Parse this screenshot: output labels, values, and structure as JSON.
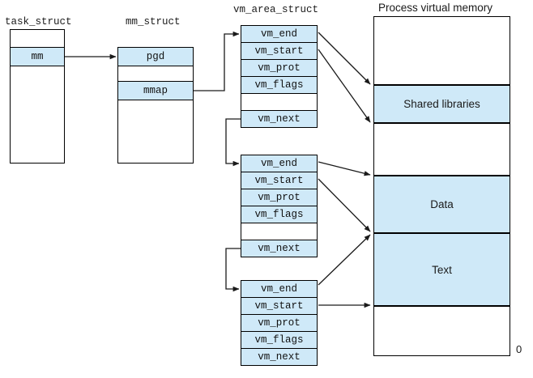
{
  "diagram": {
    "title_task_struct": "task_struct",
    "title_mm_struct": "mm_struct",
    "title_vm_area_struct": "vm_area_struct",
    "title_process_memory": "Process virtual memory",
    "zero_marker": "0",
    "colors": {
      "shaded_fill": "#cfe9f8",
      "stroke": "#000000",
      "text": "#1a1a1a"
    }
  },
  "task_struct": {
    "label": "task_struct",
    "fields": [
      {
        "name": "mm",
        "shaded": true
      }
    ]
  },
  "mm_struct": {
    "label": "mm_struct",
    "fields": [
      {
        "name": "pgd",
        "shaded": true
      },
      {
        "name": "",
        "shaded": false
      },
      {
        "name": "mmap",
        "shaded": true
      }
    ]
  },
  "vm_area_structs": [
    {
      "id": "vma-1",
      "rows": [
        {
          "name": "vm_end",
          "shaded": true
        },
        {
          "name": "vm_start",
          "shaded": true
        },
        {
          "name": "vm_prot",
          "shaded": true
        },
        {
          "name": "vm_flags",
          "shaded": true
        },
        {
          "name": "",
          "shaded": false
        },
        {
          "name": "vm_next",
          "shaded": true
        }
      ]
    },
    {
      "id": "vma-2",
      "rows": [
        {
          "name": "vm_end",
          "shaded": true
        },
        {
          "name": "vm_start",
          "shaded": true
        },
        {
          "name": "vm_prot",
          "shaded": true
        },
        {
          "name": "vm_flags",
          "shaded": true
        },
        {
          "name": "",
          "shaded": false
        },
        {
          "name": "vm_next",
          "shaded": true
        }
      ]
    },
    {
      "id": "vma-3",
      "rows": [
        {
          "name": "vm_end",
          "shaded": true
        },
        {
          "name": "vm_start",
          "shaded": true
        },
        {
          "name": "vm_prot",
          "shaded": true
        },
        {
          "name": "vm_flags",
          "shaded": true
        },
        {
          "name": "vm_next",
          "shaded": true
        }
      ]
    }
  ],
  "process_memory": {
    "title": "Process virtual memory",
    "regions": [
      {
        "name": "",
        "shaded": false
      },
      {
        "name": "Shared libraries",
        "shaded": true
      },
      {
        "name": "",
        "shaded": false
      },
      {
        "name": "Data",
        "shaded": true
      },
      {
        "name": "Text",
        "shaded": true
      },
      {
        "name": "",
        "shaded": false
      }
    ],
    "bottom_marker": "0"
  }
}
